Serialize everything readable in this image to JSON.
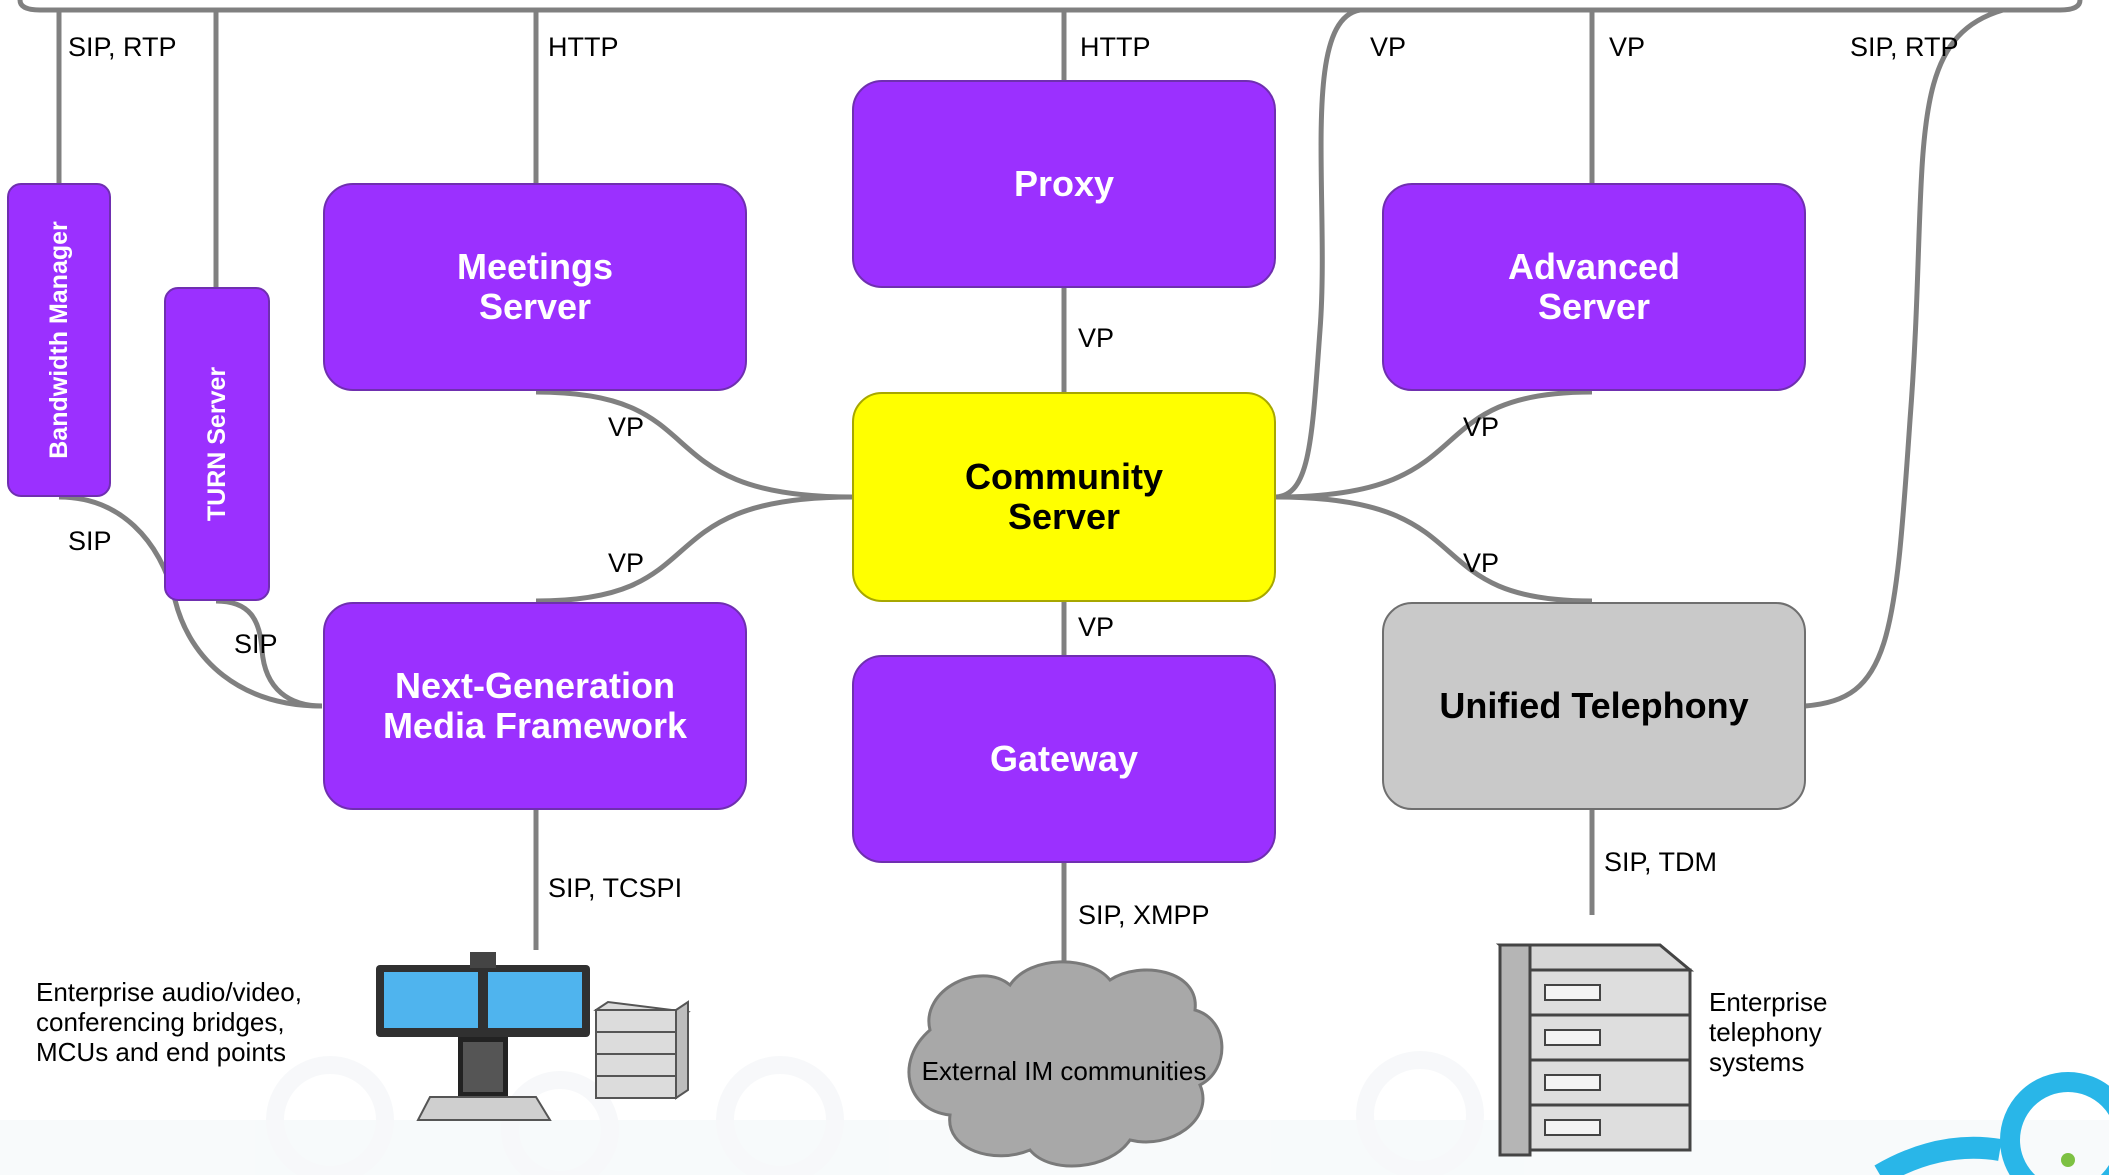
{
  "nodes": {
    "proxy": "Proxy",
    "meetings": [
      "Meetings",
      "Server"
    ],
    "advanced": [
      "Advanced",
      "Server"
    ],
    "community": [
      "Community",
      "Server"
    ],
    "ngmf": [
      "Next-Generation",
      "Media Framework"
    ],
    "gateway": "Gateway",
    "telephony": "Unified Telephony",
    "bandwidth": "Bandwidth Manager",
    "turn": "TURN Server"
  },
  "labels": {
    "sip_rtp_left": "SIP, RTP",
    "http_left": "HTTP",
    "http_center": "HTTP",
    "vp_top_1": "VP",
    "vp_top_2": "VP",
    "sip_rtp_right": "SIP, RTP",
    "vp_proxy": "VP",
    "vp_meetings": "VP",
    "vp_ngmf": "VP",
    "vp_advanced": "VP",
    "vp_telephony": "VP",
    "vp_gateway": "VP",
    "sip_bw": "SIP",
    "sip_turn": "SIP",
    "sip_tcspi": "SIP, TCSPI",
    "sip_xmpp": "SIP, XMPP",
    "sip_tdm": "SIP, TDM"
  },
  "captions": {
    "enterprise_av": [
      "Enterprise audio/video,",
      "conferencing bridges,",
      "MCUs and end points"
    ],
    "external_im": "External IM communities",
    "enterprise_tel": [
      "Enterprise",
      "telephony",
      "systems"
    ]
  },
  "colors": {
    "purple": "#9b30ff",
    "yellow": "#ffff00",
    "gray": "#c9c9c9",
    "line": "#808080"
  }
}
